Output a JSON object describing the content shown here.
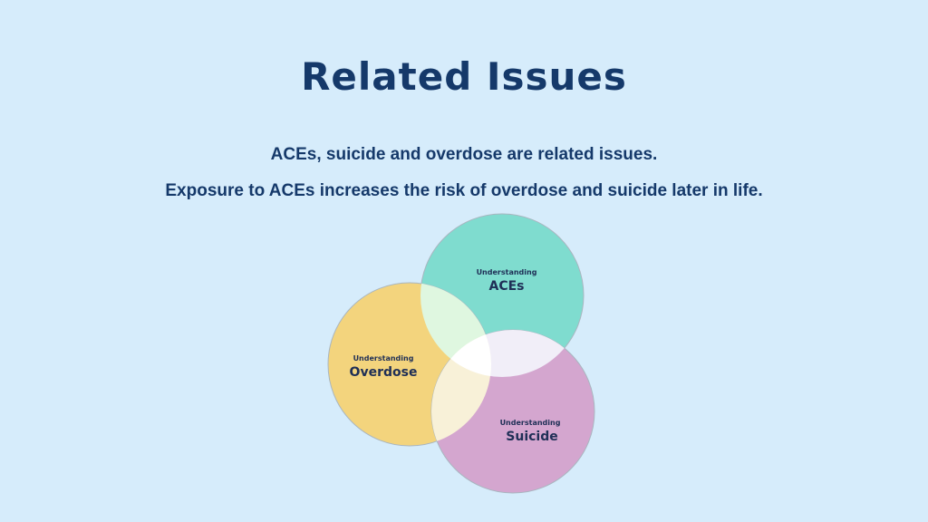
{
  "slide": {
    "title": "Related Issues",
    "subtitle_line1": "ACEs, suicide and overdose are related issues.",
    "subtitle_line2": "Exposure to ACEs increases the risk of overdose and suicide later in life."
  },
  "venn": {
    "circles": [
      {
        "id": "aces",
        "small_label": "Understanding",
        "big_label": "ACEs",
        "color": "#7fdccf"
      },
      {
        "id": "overdose",
        "small_label": "Understanding",
        "big_label": "Overdose",
        "color": "#f3d47d"
      },
      {
        "id": "suicide",
        "small_label": "Understanding",
        "big_label": "Suicide",
        "color": "#d4a6cf"
      }
    ],
    "text_color": "#1f2f56",
    "overlap_colors": {
      "aces_overdose": "#dff7e0",
      "aces_suicide": "#f1eef8",
      "overdose_suicide": "#f8f1d8",
      "center": "#ffffff"
    }
  }
}
